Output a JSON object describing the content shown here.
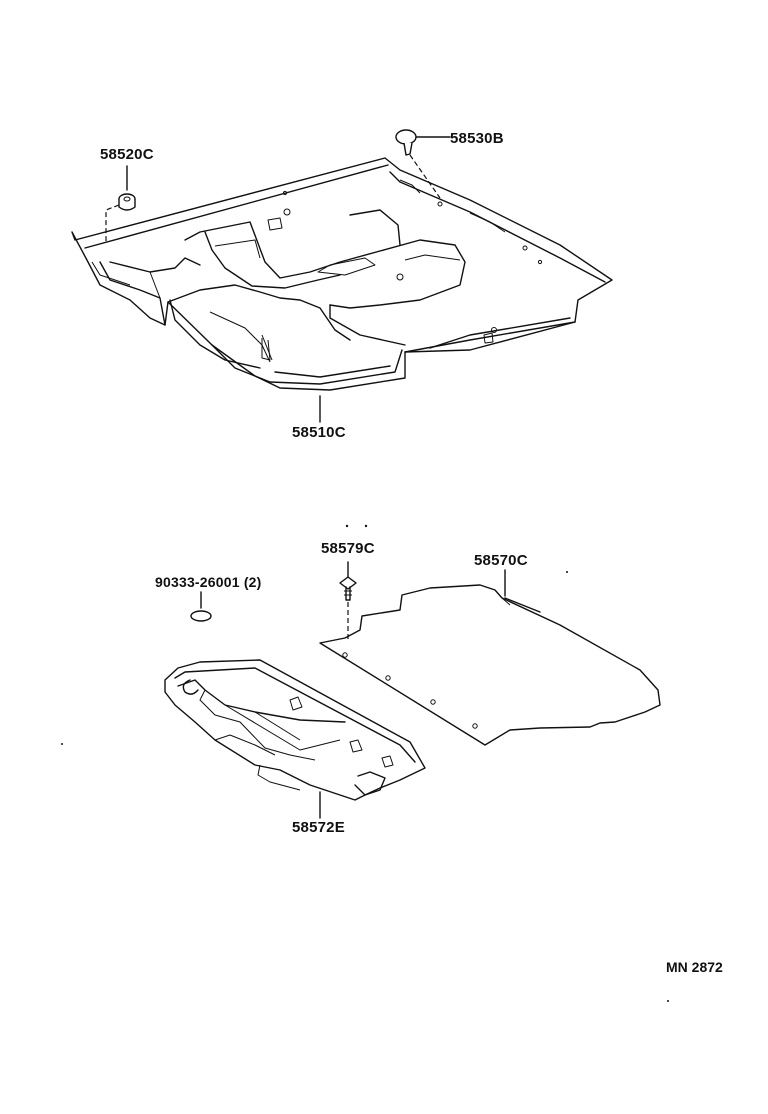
{
  "parts": {
    "clip_58520C": "58520C",
    "clip_58530B": "58530B",
    "carpet_front_58510C": "58510C",
    "screw_58579C": "58579C",
    "plug_90333": "90333-26001 (2)",
    "mat_58570C": "58570C",
    "cover_58572E": "58572E"
  },
  "diagram_ref": "MN  2872",
  "colors": {
    "ink": "#111111",
    "background": "#ffffff"
  }
}
